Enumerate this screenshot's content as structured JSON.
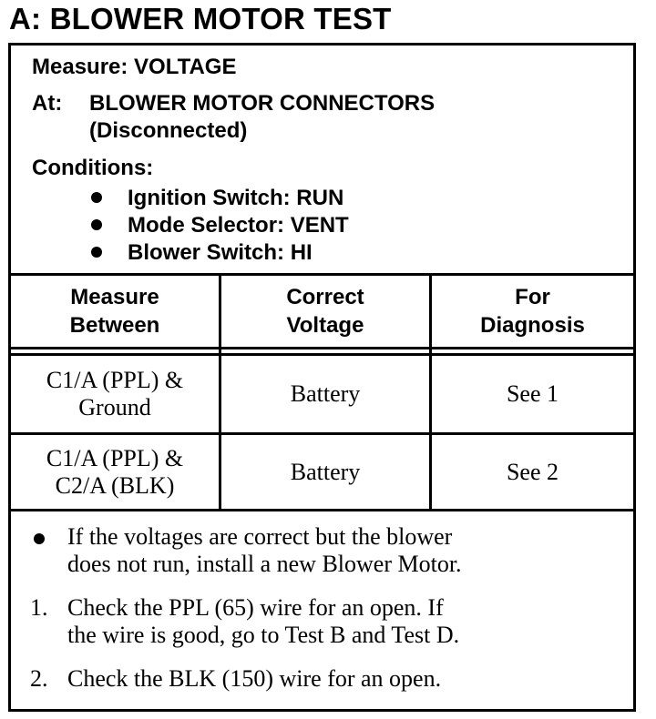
{
  "title": "A: BLOWER MOTOR TEST",
  "measure": {
    "label": "Measure: VOLTAGE"
  },
  "at": {
    "label": "At:",
    "line1": "BLOWER MOTOR CONNECTORS",
    "line2": "(Disconnected)"
  },
  "conditions": {
    "label": "Conditions:",
    "items": [
      "Ignition Switch: RUN",
      "Mode Selector: VENT",
      "Blower Switch: HI"
    ]
  },
  "table": {
    "headers": [
      [
        "Measure",
        "Between"
      ],
      [
        "Correct",
        "Voltage"
      ],
      [
        "For",
        "Diagnosis"
      ]
    ],
    "rows": [
      {
        "between": [
          "C1/A (PPL) &",
          "Ground"
        ],
        "voltage": "Battery",
        "diagnosis": "See 1"
      },
      {
        "between": [
          "C1/A (PPL) &",
          "C2/A (BLK)"
        ],
        "voltage": "Battery",
        "diagnosis": "See 2"
      }
    ]
  },
  "notes": {
    "bullet": [
      "If the voltages are correct but the blower",
      "does not run, install a new Blower Motor."
    ],
    "items": [
      {
        "num": "1.",
        "lines": [
          "Check the PPL (65) wire for an open. If",
          "the wire is good, go to Test B and Test D."
        ]
      },
      {
        "num": "2.",
        "lines": [
          "Check the BLK (150) wire for an open."
        ]
      }
    ]
  }
}
